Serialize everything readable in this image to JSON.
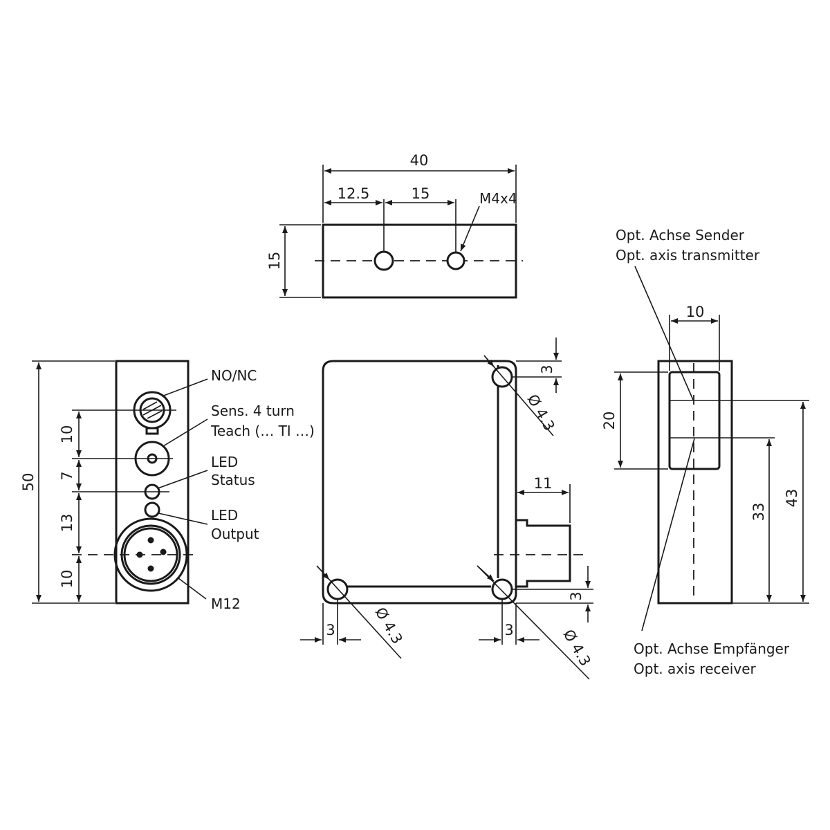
{
  "top_view": {
    "width": "40",
    "hole_offset": "12.5",
    "hole_spacing": "15",
    "thread": "M4x4",
    "height": "15"
  },
  "left_view": {
    "height": "50",
    "dims": [
      "10",
      "7",
      "13",
      "10"
    ],
    "labels": {
      "no_nc": "NO/NC",
      "sens_line1": "Sens. 4 turn",
      "sens_line2": "Teach (… TI …)",
      "led_status_line1": "LED",
      "led_status_line2": "Status",
      "led_output_line1": "LED",
      "led_output_line2": "Output",
      "connector": "M12"
    }
  },
  "front_view": {
    "hole_diameter": "Ø 4.3",
    "edge_offset": "3",
    "connector_length": "11"
  },
  "right_view": {
    "window_width": "10",
    "window_height": "20",
    "receiver_height": "33",
    "transmitter_height": "43",
    "transmitter_label_line1": "Opt. Achse Sender",
    "transmitter_label_line2": "Opt. axis transmitter",
    "receiver_label_line1": "Opt. Achse Empfänger",
    "receiver_label_line2": "Opt. axis receiver"
  }
}
